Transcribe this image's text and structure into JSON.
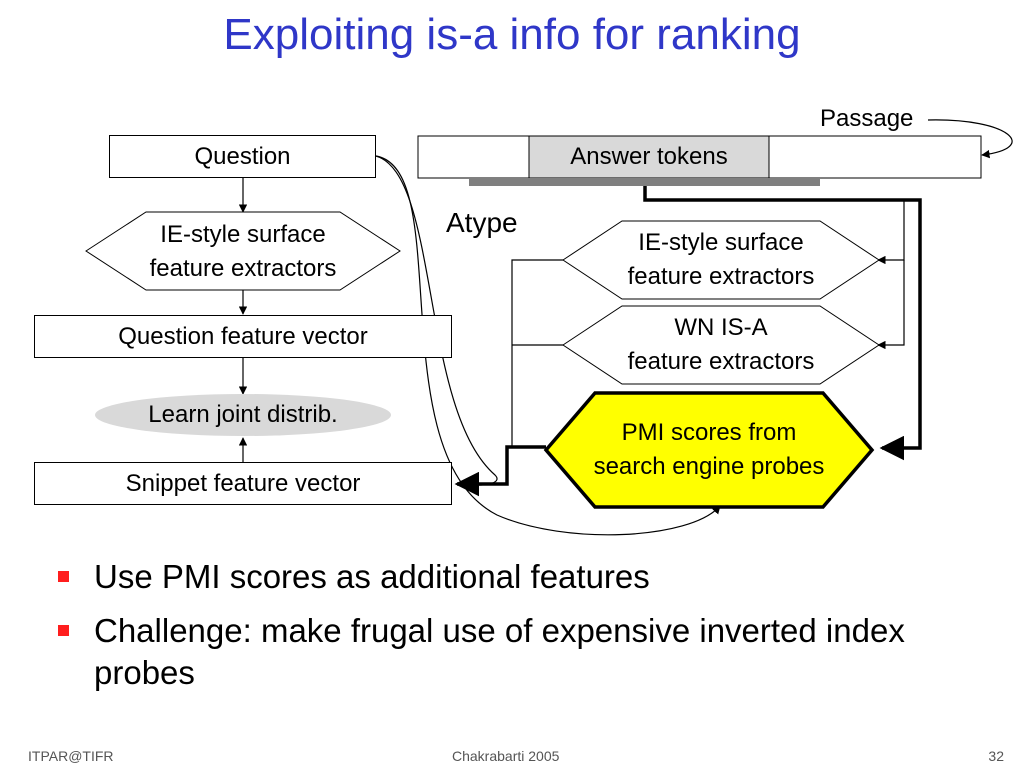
{
  "slide": {
    "title": "Exploiting is-a info for ranking",
    "diagram": {
      "question": "Question",
      "ie_left_line1": "IE-style surface",
      "ie_left_line2": "feature extractors",
      "question_vector": "Question feature vector",
      "learn_joint": "Learn joint distrib.",
      "snippet_vector": "Snippet feature vector",
      "passage": "Passage",
      "answer_tokens": "Answer tokens",
      "atype": "Atype",
      "ie_right_line1": "IE-style surface",
      "ie_right_line2": "feature extractors",
      "wn_line1": "WN IS-A",
      "wn_line2": "feature extractors",
      "pmi_line1": "PMI scores from",
      "pmi_line2": "search engine probes",
      "pmi_fill_color": "#ffff00"
    },
    "bullets": [
      "Use PMI scores as additional features",
      "Challenge: make frugal use of expensive inverted index probes"
    ],
    "footer": {
      "left": "ITPAR@TIFR",
      "center": "Chakrabarti 2005",
      "right": "32"
    }
  }
}
